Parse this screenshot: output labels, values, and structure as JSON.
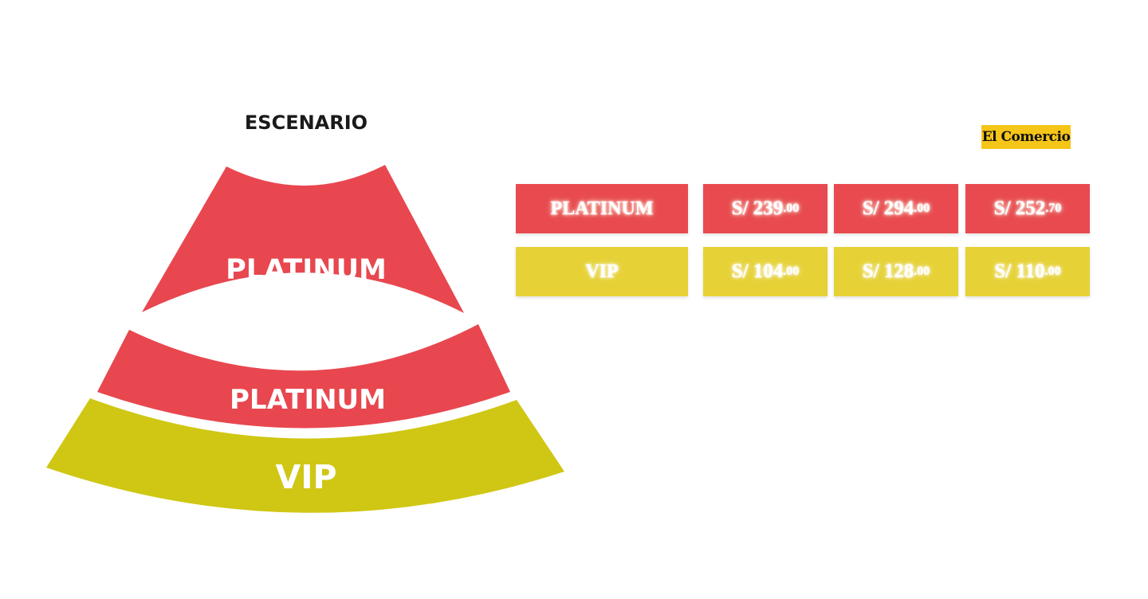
{
  "stage": {
    "label": "ESCENARIO"
  },
  "map": {
    "zones": [
      {
        "label": "PLATINUM",
        "color": "#e8474f"
      },
      {
        "label": "PLATINUM",
        "color": "#e8474f"
      },
      {
        "label": "VIP",
        "color": "#cfc714"
      }
    ]
  },
  "logo": {
    "text": "El Comercio",
    "color": "#f5c518"
  },
  "price_table": {
    "rows": [
      {
        "zone": "PLATINUM",
        "color": "#e84a4f",
        "prices": [
          {
            "main": "S/ 239",
            "dec": ".00"
          },
          {
            "main": "S/ 294",
            "dec": ".00"
          },
          {
            "main": "S/ 252",
            "dec": ".70"
          }
        ]
      },
      {
        "zone": "VIP",
        "color": "#e6d236",
        "prices": [
          {
            "main": "S/ 104",
            "dec": ".00"
          },
          {
            "main": "S/ 128",
            "dec": ".00"
          },
          {
            "main": "S/ 110",
            "dec": ".00"
          }
        ]
      }
    ]
  }
}
